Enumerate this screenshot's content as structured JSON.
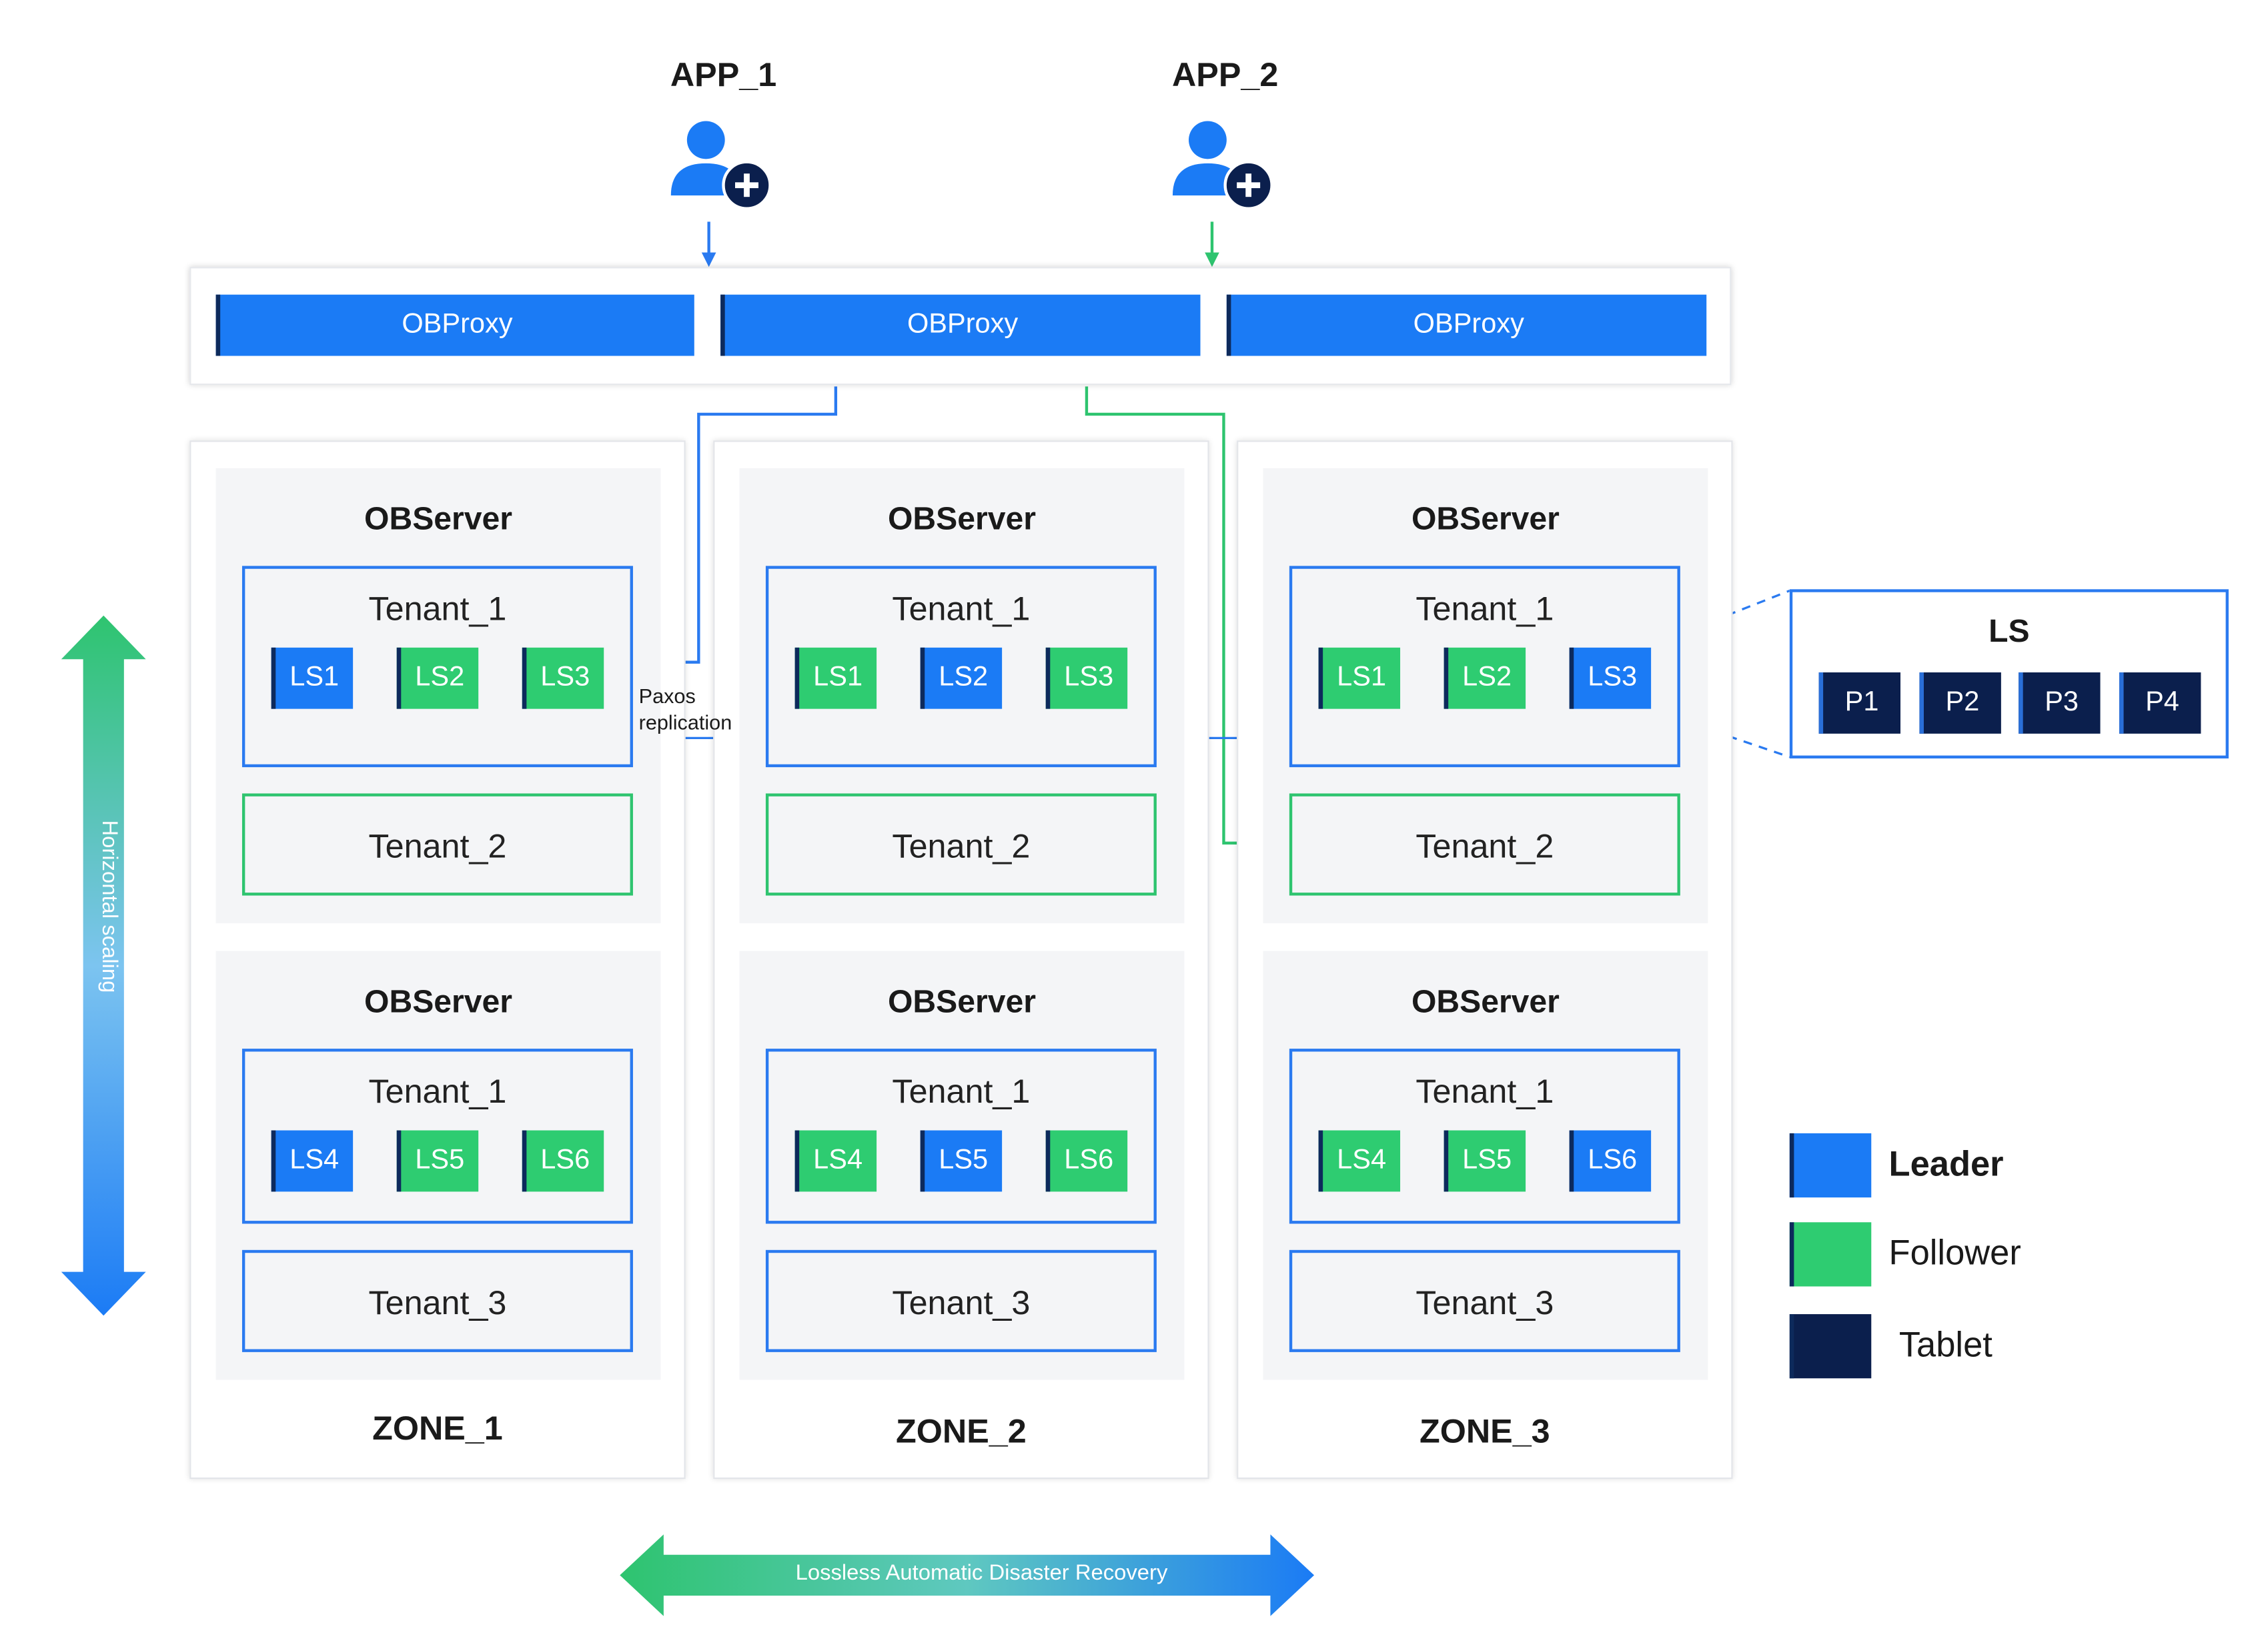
{
  "apps": [
    {
      "label": "APP_1"
    },
    {
      "label": "APP_2"
    }
  ],
  "proxies": [
    "OBProxy",
    "OBProxy",
    "OBProxy"
  ],
  "server_label": "OBServer",
  "zones": [
    {
      "label": "ZONE_1",
      "servers": [
        {
          "tenant_a": {
            "name": "Tenant_1",
            "ls": [
              {
                "name": "LS1",
                "role": "leader"
              },
              {
                "name": "LS2",
                "role": "follower"
              },
              {
                "name": "LS3",
                "role": "follower"
              }
            ]
          },
          "tenant_b": {
            "name": "Tenant_2"
          }
        },
        {
          "tenant_a": {
            "name": "Tenant_1",
            "ls": [
              {
                "name": "LS4",
                "role": "leader"
              },
              {
                "name": "LS5",
                "role": "follower"
              },
              {
                "name": "LS6",
                "role": "follower"
              }
            ]
          },
          "tenant_b": {
            "name": "Tenant_3"
          }
        }
      ]
    },
    {
      "label": "ZONE_2",
      "servers": [
        {
          "tenant_a": {
            "name": "Tenant_1",
            "ls": [
              {
                "name": "LS1",
                "role": "follower"
              },
              {
                "name": "LS2",
                "role": "leader"
              },
              {
                "name": "LS3",
                "role": "follower"
              }
            ]
          },
          "tenant_b": {
            "name": "Tenant_2"
          }
        },
        {
          "tenant_a": {
            "name": "Tenant_1",
            "ls": [
              {
                "name": "LS4",
                "role": "follower"
              },
              {
                "name": "LS5",
                "role": "leader"
              },
              {
                "name": "LS6",
                "role": "follower"
              }
            ]
          },
          "tenant_b": {
            "name": "Tenant_3"
          }
        }
      ]
    },
    {
      "label": "ZONE_3",
      "servers": [
        {
          "tenant_a": {
            "name": "Tenant_1",
            "ls": [
              {
                "name": "LS1",
                "role": "follower"
              },
              {
                "name": "LS2",
                "role": "follower"
              },
              {
                "name": "LS3",
                "role": "leader"
              }
            ]
          },
          "tenant_b": {
            "name": "Tenant_2"
          }
        },
        {
          "tenant_a": {
            "name": "Tenant_1",
            "ls": [
              {
                "name": "LS4",
                "role": "follower"
              },
              {
                "name": "LS5",
                "role": "follower"
              },
              {
                "name": "LS6",
                "role": "leader"
              }
            ]
          },
          "tenant_b": {
            "name": "Tenant_3"
          }
        }
      ]
    }
  ],
  "paxos": {
    "line1": "Paxos",
    "line2": "replication"
  },
  "ls_detail": {
    "title": "LS",
    "tablets": [
      "P1",
      "P2",
      "P3",
      "P4"
    ]
  },
  "legend": [
    {
      "label": "Leader",
      "color": "#1b7bf5",
      "bold": true
    },
    {
      "label": "Follower",
      "color": "#2ecc71",
      "bold": false
    },
    {
      "label": "Tablet",
      "color": "#0b1f4d",
      "bold": false
    }
  ],
  "horizontal_scaling": "Horizontal scaling",
  "disaster_recovery": "Lossless Automatic Disaster Recovery",
  "colors": {
    "leader": "#1b7bf5",
    "follower": "#2ecc71",
    "tablet": "#0b1f4d",
    "app1_arrow": "#2a7af0",
    "app2_arrow": "#2ec46f"
  }
}
